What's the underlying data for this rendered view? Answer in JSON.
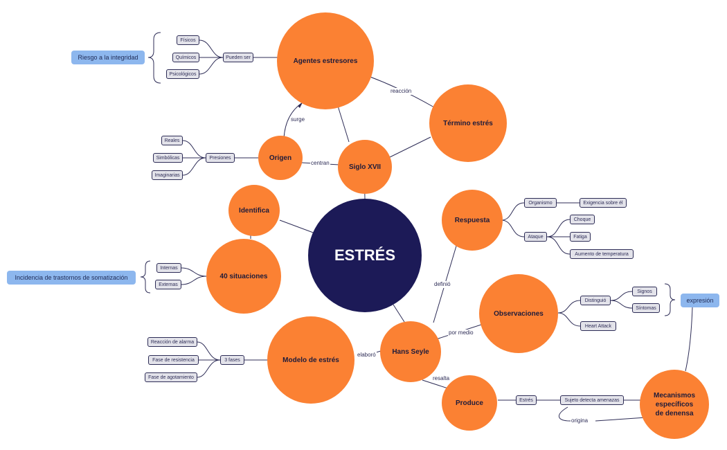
{
  "central": "ESTRÉS",
  "circles": {
    "agentes": "Agentes estresores",
    "termino": "Término estrés",
    "siglo": "Siglo XVII",
    "origen": "Origen",
    "identifica": "Identifica",
    "situaciones": "40 situaciones",
    "respuesta": "Respuesta",
    "observaciones": "Observaciones",
    "hans": "Hans Seyle",
    "modelo": "Modelo de estrés",
    "produce": "Produce",
    "mecanismos": "Mecanismos específicos de denensa"
  },
  "boxes": {
    "pueden_ser": "Pueden ser",
    "fisicos": "Físicos",
    "quimicos": "Químicos",
    "psicologicos": "Psicológicos",
    "presiones": "Presiones",
    "reales": "Reales",
    "simbolicas": "Simbólicas",
    "imaginarias": "Imaginarias",
    "internas": "Internas",
    "externas": "Externas",
    "tres_fases": "3 fases",
    "reaccion_alarma": "Reacción de alarma",
    "fase_resistencia": "Fase de resistencia",
    "fase_agotamiento": "Fase de agotamiento",
    "organismo": "Organismo",
    "exigencia": "Exigencia sobre él",
    "ataque": "Ataque",
    "choque": "Choque",
    "fatiga": "Fatiga",
    "aumento": "Aumento de temperatura",
    "distinguio": "Distinguió",
    "signos": "Signos",
    "sintomas": "Síntomas",
    "heart": "Heart  Attack",
    "estres_box": "Estrés",
    "sujeto": "Sujeto  detecta amenazas"
  },
  "pills": {
    "riesgo": "Riesgo a la integridad",
    "incidencia": "Incidencia de trastornos de somatización",
    "expresion": "expresión"
  },
  "links": {
    "reaccion": "reacción",
    "surge": "surge",
    "centran": "centran",
    "definio": "definió",
    "por_medio": "por medio",
    "elaboro": "elaboró",
    "resalta": "resalta",
    "origina": "origina"
  },
  "colors": {
    "circle": "#fb8133",
    "center": "#1c1a57",
    "box_fill": "#e3e3ea",
    "box_border": "#2c2b55",
    "pill": "#8db7ee",
    "line": "#2c2b55"
  }
}
